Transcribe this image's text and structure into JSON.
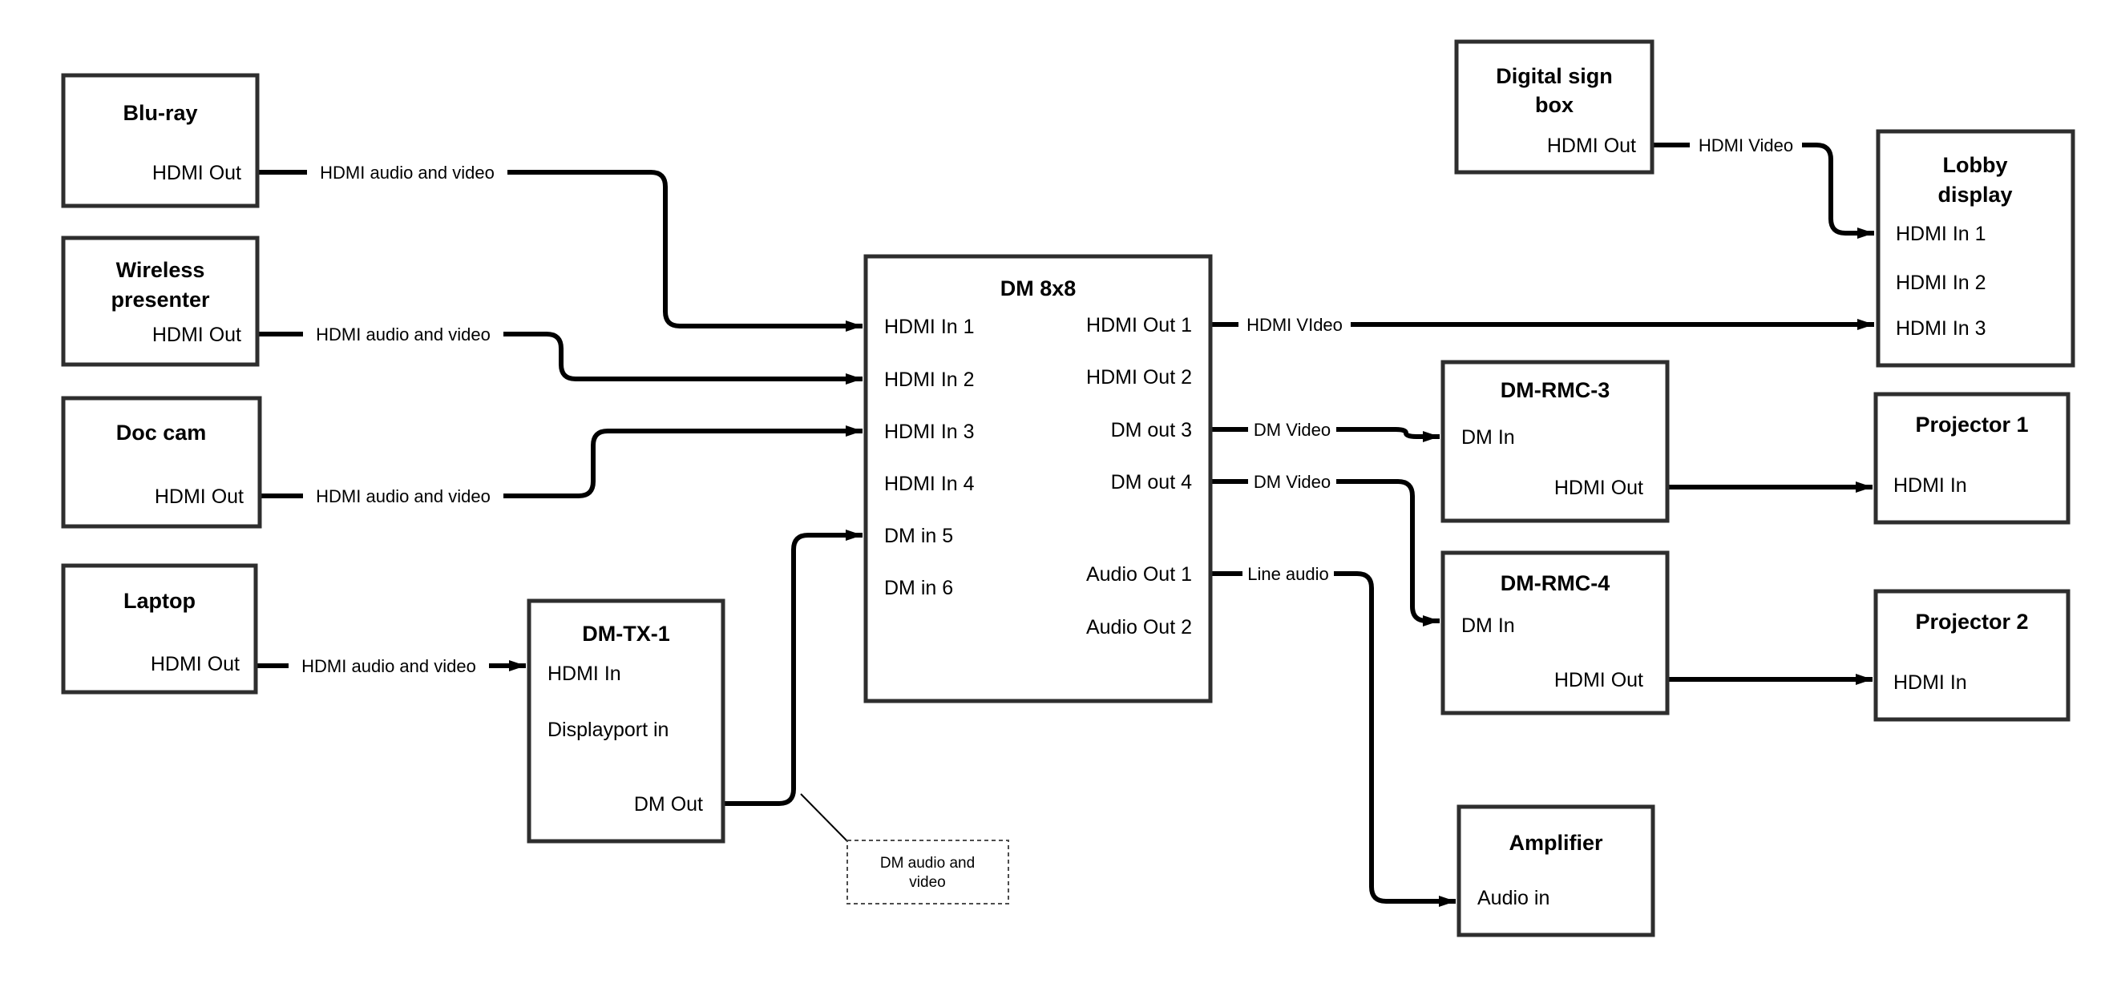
{
  "diagram": {
    "nodes": {
      "bluray": {
        "title": "Blu-ray",
        "port_hdmi_out": "HDMI Out"
      },
      "wireless_presenter": {
        "title_line1": "Wireless",
        "title_line2": "presenter",
        "port_hdmi_out": "HDMI Out"
      },
      "doc_cam": {
        "title": "Doc cam",
        "port_hdmi_out": "HDMI Out"
      },
      "laptop": {
        "title": "Laptop",
        "port_hdmi_out": "HDMI Out"
      },
      "dm_tx_1": {
        "title": "DM-TX-1",
        "port_hdmi_in": "HDMI In",
        "port_displayport_in": "Displayport in",
        "port_dm_out": "DM Out"
      },
      "dm_8x8": {
        "title": "DM 8x8",
        "port_hdmi_in_1": "HDMI In 1",
        "port_hdmi_in_2": "HDMI In 2",
        "port_hdmi_in_3": "HDMI In 3",
        "port_hdmi_in_4": "HDMI In 4",
        "port_dm_in_5": "DM in 5",
        "port_dm_in_6": "DM in 6",
        "port_hdmi_out_1": "HDMI Out 1",
        "port_hdmi_out_2": "HDMI Out 2",
        "port_dm_out_3": "DM out 3",
        "port_dm_out_4": "DM out 4",
        "port_audio_out_1": "Audio Out 1",
        "port_audio_out_2": "Audio Out 2"
      },
      "digital_sign_box": {
        "title_line1": "Digital sign",
        "title_line2": "box",
        "port_hdmi_out": "HDMI Out"
      },
      "lobby_display": {
        "title_line1": "Lobby",
        "title_line2": "display",
        "port_hdmi_in_1": "HDMI In 1",
        "port_hdmi_in_2": "HDMI In 2",
        "port_hdmi_in_3": "HDMI In 3"
      },
      "dm_rmc_3": {
        "title": "DM-RMC-3",
        "port_dm_in": "DM In",
        "port_hdmi_out": "HDMI Out"
      },
      "projector_1": {
        "title": "Projector 1",
        "port_hdmi_in": "HDMI In"
      },
      "dm_rmc_4": {
        "title": "DM-RMC-4",
        "port_dm_in": "DM In",
        "port_hdmi_out": "HDMI Out"
      },
      "projector_2": {
        "title": "Projector 2",
        "port_hdmi_in": "HDMI In"
      },
      "amplifier": {
        "title": "Amplifier",
        "port_audio_in": "Audio in"
      }
    },
    "edge_labels": {
      "bluray_to_dm8x8": "HDMI audio and video",
      "wireless_to_dm8x8": "HDMI audio and video",
      "doccam_to_dm8x8": "HDMI audio and video",
      "laptop_to_dmtx1": "HDMI audio and video",
      "hdmi_out_1": "HDMI VIdeo",
      "digital_sign_to_lobby": "HDMI Video",
      "dm_out_3": "DM Video",
      "dm_out_4": "DM Video",
      "audio_out_1": "Line audio"
    },
    "annotation": {
      "line1": "DM audio and",
      "line2": "video"
    },
    "colors": {
      "background": "#ffffff",
      "connector": "#000000",
      "box_border": "#2e2e2e",
      "text": "#000000"
    }
  }
}
